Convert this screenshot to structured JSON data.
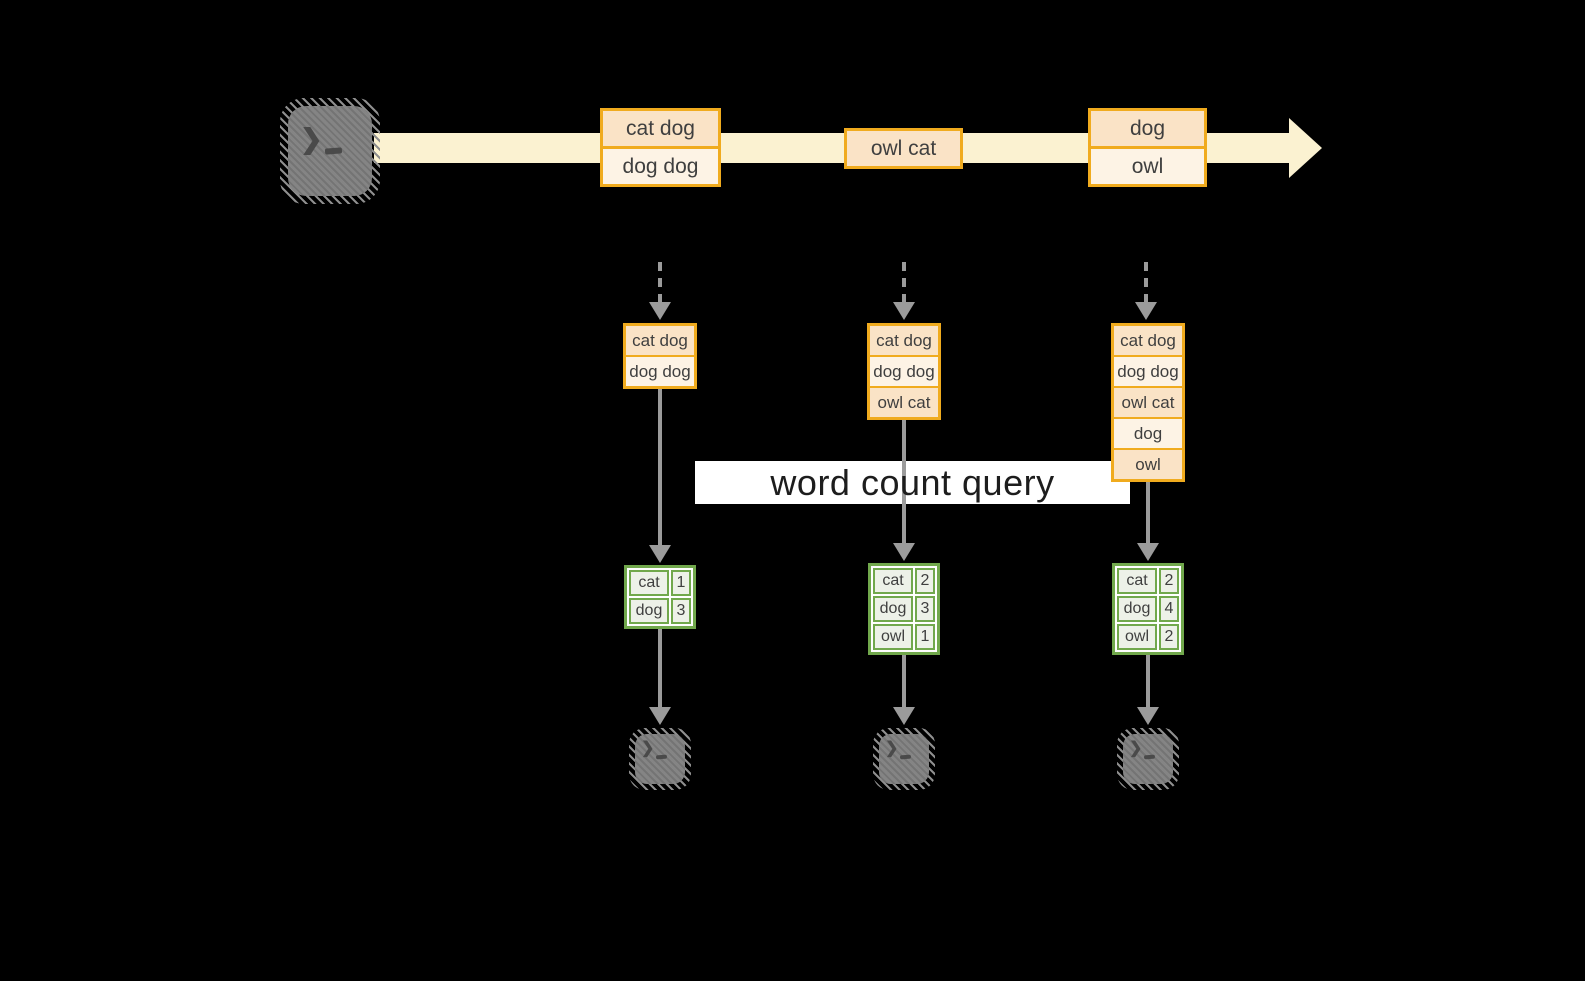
{
  "query_label": "word count query",
  "stream": {
    "events": [
      {
        "rows": [
          "cat dog",
          "dog dog"
        ]
      },
      {
        "rows": [
          "owl cat"
        ]
      },
      {
        "rows": [
          "dog",
          "owl"
        ]
      }
    ]
  },
  "pipelines": [
    {
      "buffer": [
        "cat dog",
        "dog dog"
      ],
      "counts": [
        [
          "cat",
          "1"
        ],
        [
          "dog",
          "3"
        ]
      ]
    },
    {
      "buffer": [
        "cat dog",
        "dog dog",
        "owl cat"
      ],
      "counts": [
        [
          "cat",
          "2"
        ],
        [
          "dog",
          "3"
        ],
        [
          "owl",
          "1"
        ]
      ]
    },
    {
      "buffer": [
        "cat dog",
        "dog dog",
        "owl cat",
        "dog",
        "owl"
      ],
      "counts": [
        [
          "cat",
          "2"
        ],
        [
          "dog",
          "4"
        ],
        [
          "owl",
          "2"
        ]
      ]
    }
  ],
  "icons": {
    "source": "terminal-icon",
    "consumers": [
      "terminal-icon",
      "terminal-icon",
      "terminal-icon"
    ]
  },
  "colors": {
    "background": "#000000",
    "stream_band": "#fbf2d1",
    "box_border": "#f0ab1e",
    "box_fill_dark": "#fae3c6",
    "box_fill_light": "#fdf3e5",
    "table_border": "#71a84c",
    "table_cell": "#edf1e8",
    "arrow_gray": "#9b9b9b",
    "terminal_gray": "#7e7e7e",
    "query_band": "#ffffff"
  }
}
